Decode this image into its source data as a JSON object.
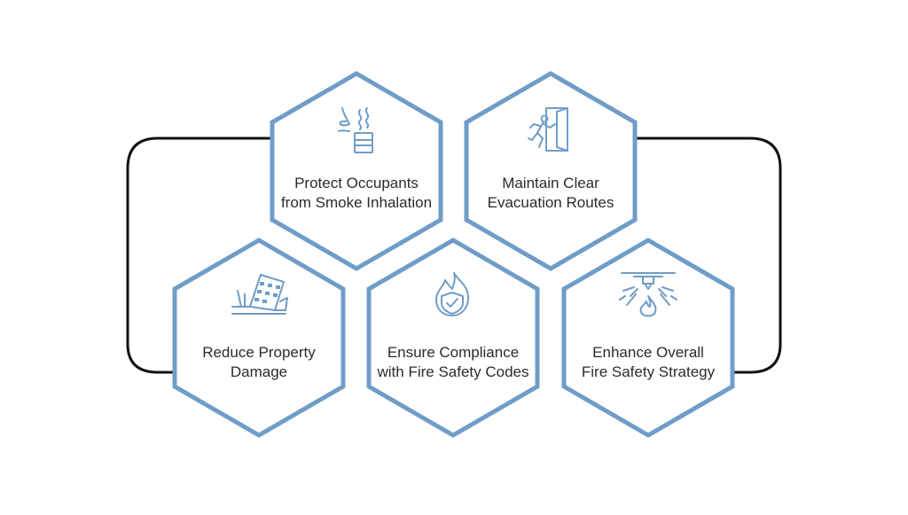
{
  "colors": {
    "hex_outline": "#6f9dc8",
    "connector": "#111111",
    "text": "#2b2b2b",
    "background": "#ffffff"
  },
  "nodes": [
    {
      "id": "protect-occupants",
      "icon": "smoke-inhalation-icon",
      "line1": "Protect Occupants",
      "line2": "from Smoke Inhalation"
    },
    {
      "id": "maintain-routes",
      "icon": "emergency-exit-icon",
      "line1": "Maintain Clear",
      "line2": "Evacuation Routes"
    },
    {
      "id": "reduce-damage",
      "icon": "damaged-building-icon",
      "line1": "Reduce Property",
      "line2": "Damage"
    },
    {
      "id": "ensure-compliance",
      "icon": "fire-shield-check-icon",
      "line1": "Ensure Compliance",
      "line2": "with Fire Safety Codes"
    },
    {
      "id": "enhance-strategy",
      "icon": "sprinkler-flame-icon",
      "line1": "Enhance Overall",
      "line2": "Fire Safety Strategy"
    }
  ]
}
